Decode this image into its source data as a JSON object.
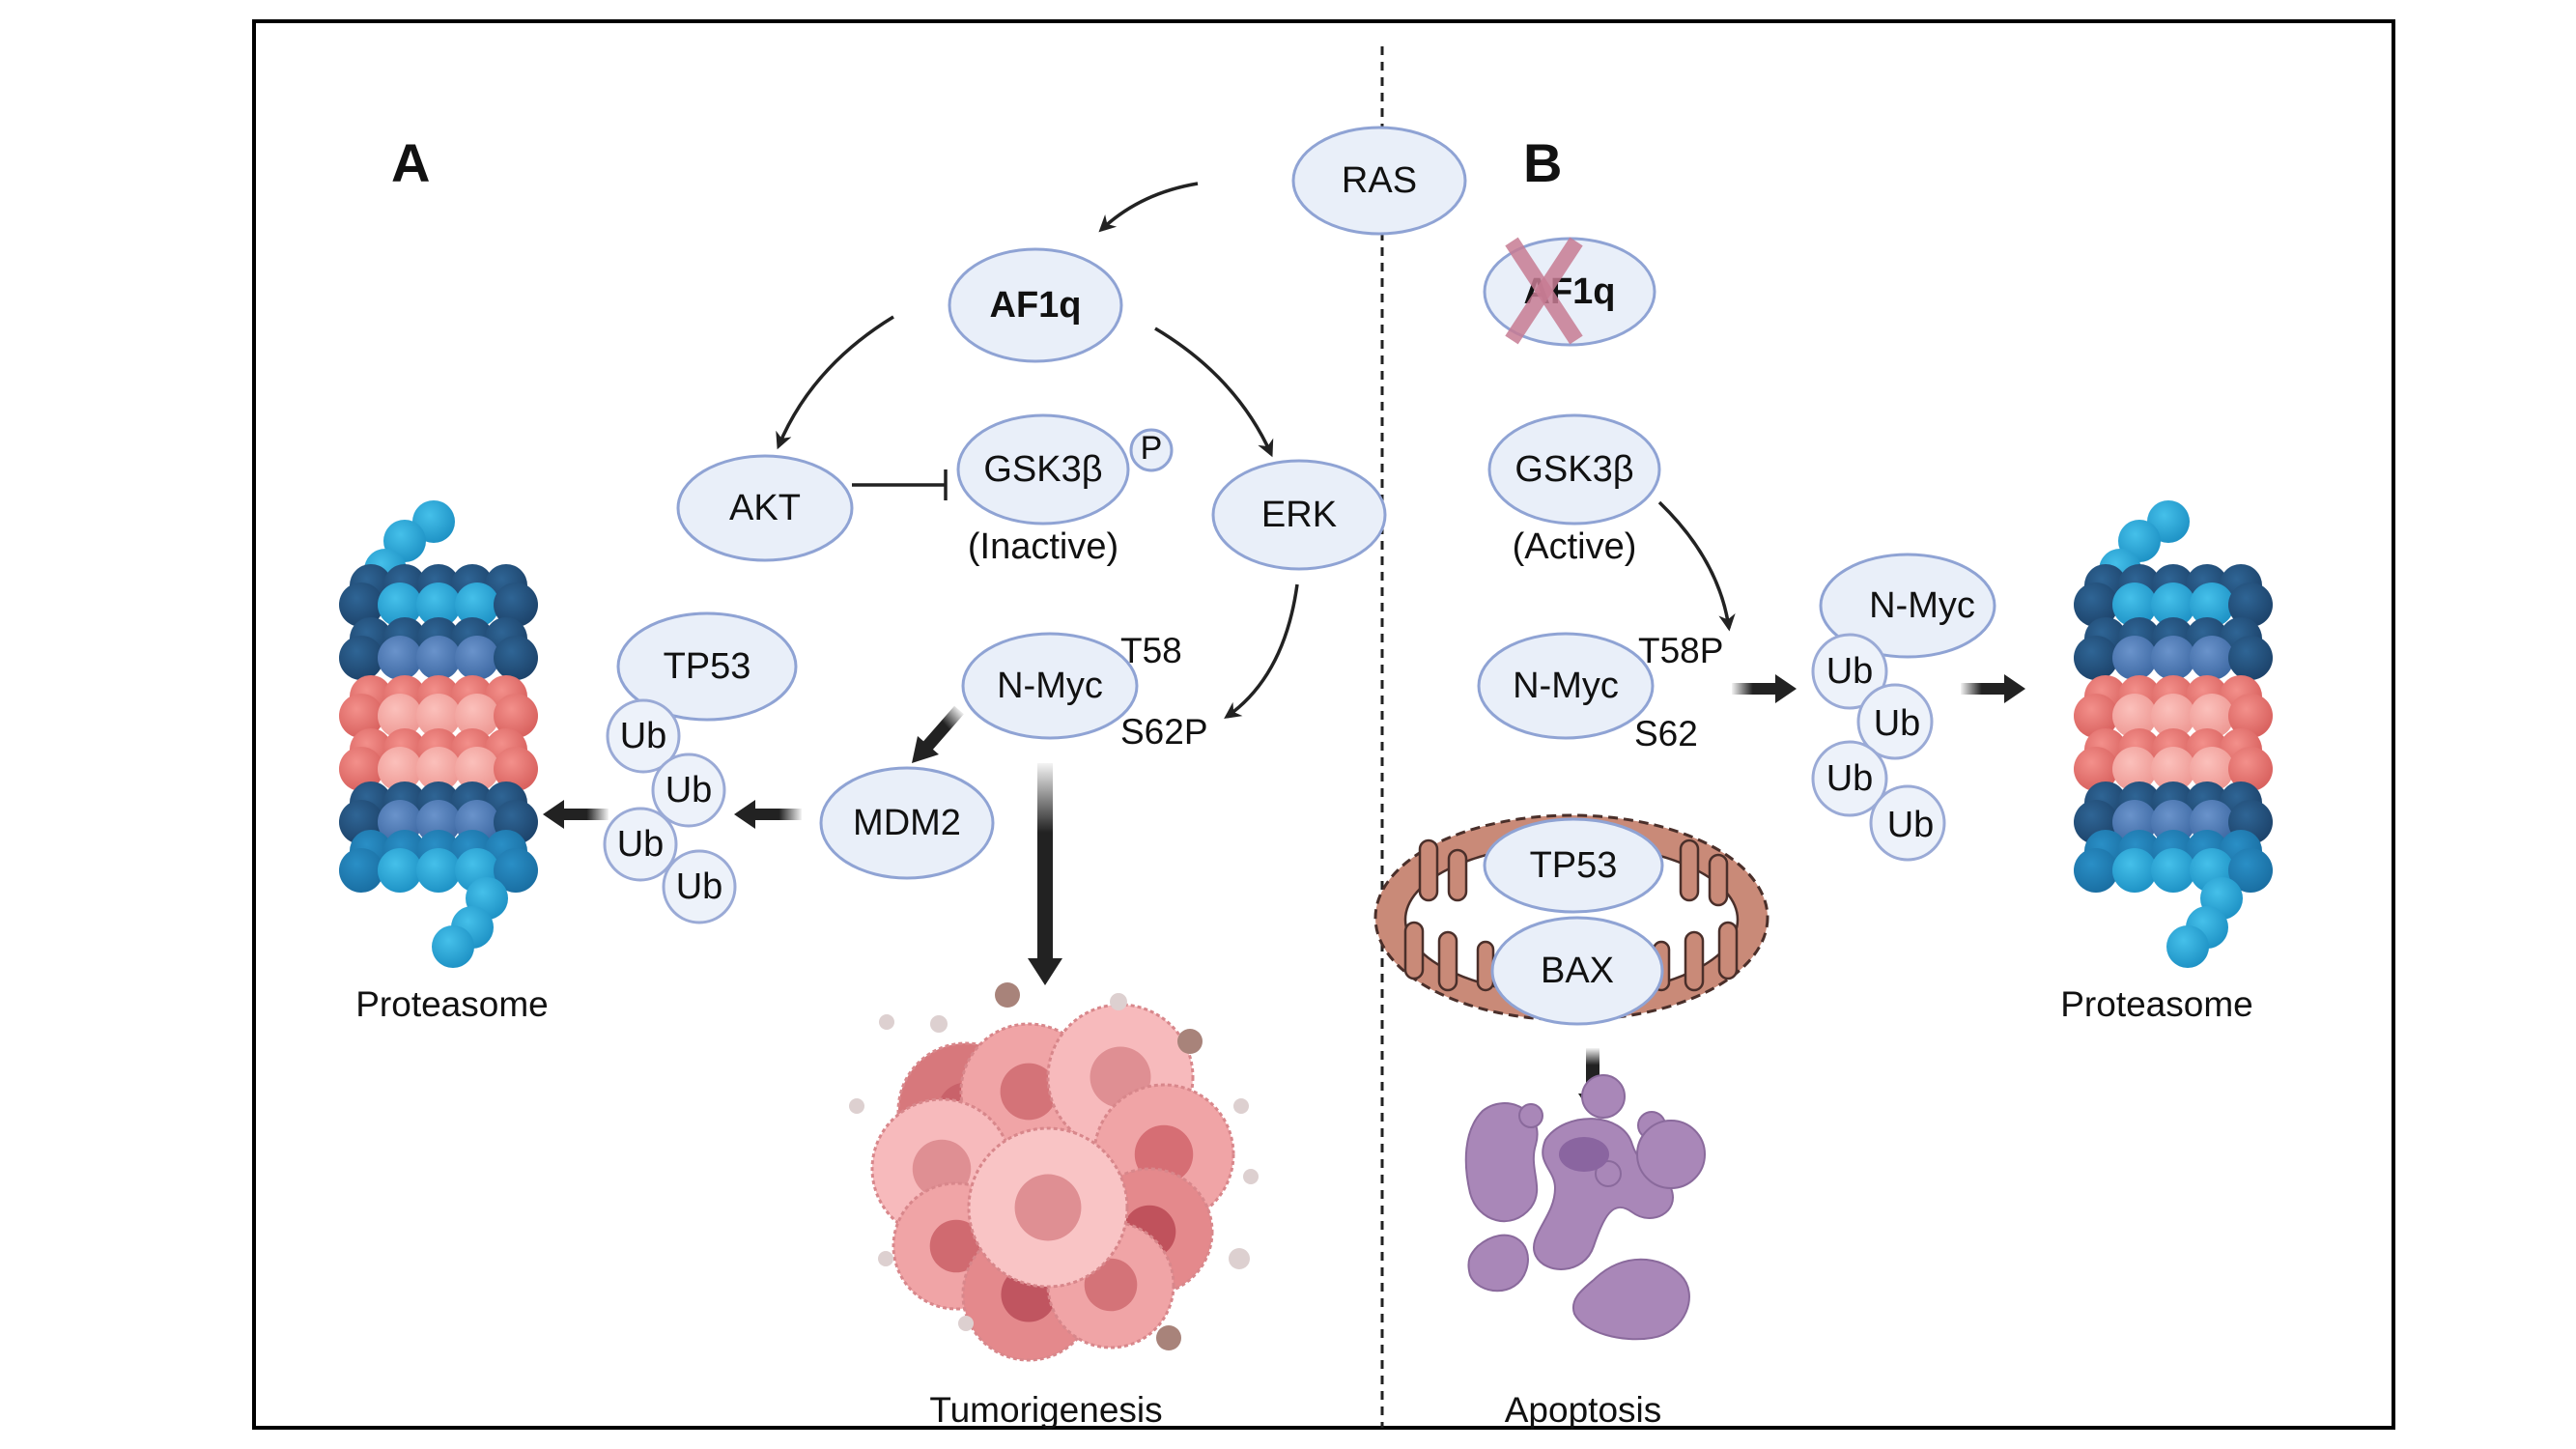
{
  "figure": {
    "panels": [
      {
        "id": "A",
        "label": "A"
      },
      {
        "id": "B",
        "label": "B"
      }
    ],
    "colors": {
      "node_fill": "#e9eff9",
      "node_stroke": "#8fa3d4",
      "knockout_cross": "#c77b93",
      "mitochondria": "#c98a78",
      "apoptotic_cell": "#a987b8",
      "tumor_cell": "#e9a0a3",
      "proteasome_cyan": "#2fa8d8",
      "proteasome_navy": "#24537f",
      "proteasome_blue": "#4f7fb8",
      "proteasome_salmon": "#e97c78",
      "proteasome_pink": "#f4aaa6"
    }
  },
  "panel_a": {
    "ras": "RAS",
    "af1q": "AF1q",
    "akt": "AKT",
    "gsk3b": "GSK3β",
    "gsk3b_state": "(Inactive)",
    "phospho": "P",
    "erk": "ERK",
    "nmyc": "N-Myc",
    "site_t58": "T58",
    "site_s62": "S62P",
    "mdm2": "MDM2",
    "tp53": "TP53",
    "ub": [
      "Ub",
      "Ub",
      "Ub",
      "Ub"
    ],
    "proteasome": "Proteasome",
    "outcome": "Tumorigenesis"
  },
  "panel_b": {
    "af1q": "AF1q",
    "af1q_status": "knocked-out",
    "gsk3b": "GSK3β",
    "gsk3b_state": "(Active)",
    "nmyc": "N-Myc",
    "site_t58": "T58P",
    "site_s62": "S62",
    "nmyc_ub": "N-Myc",
    "ub": [
      "Ub",
      "Ub",
      "Ub",
      "Ub"
    ],
    "proteasome": "Proteasome",
    "tp53": "TP53",
    "bax": "BAX",
    "outcome": "Apoptosis"
  }
}
